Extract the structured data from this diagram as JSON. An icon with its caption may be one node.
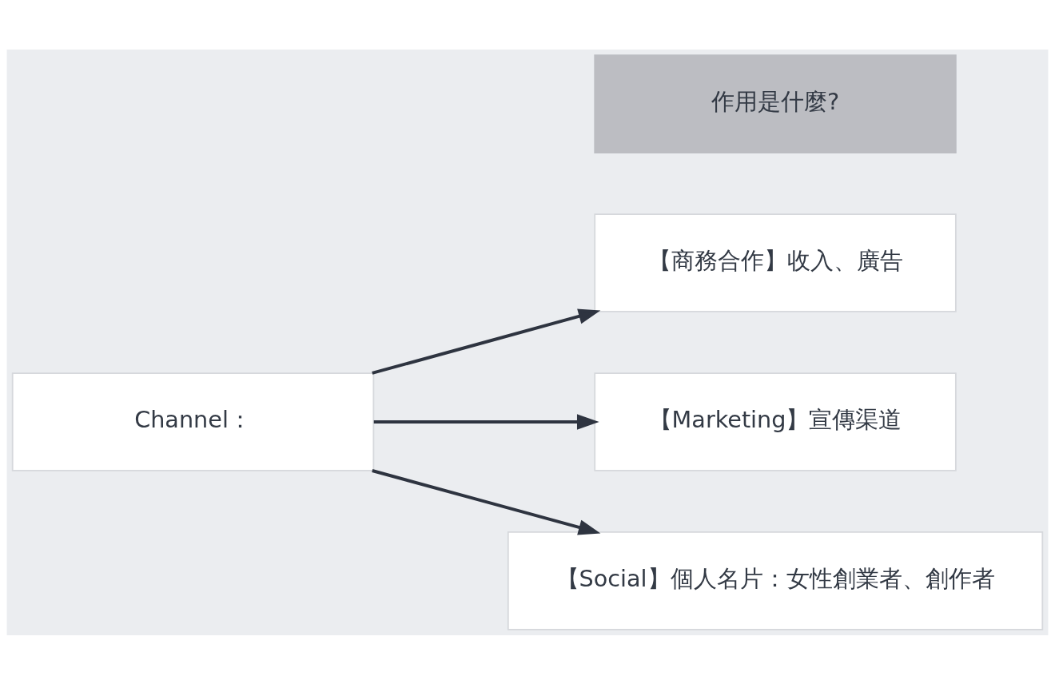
{
  "diagram": {
    "nodes": [
      {
        "text": [
          "作用是什麼?"
        ]
      },
      {
        "text": [
          "Channel："
        ]
      },
      {
        "text": [
          "【商務合作】收入、廣告"
        ]
      },
      {
        "text": [
          "【Marketing】宣傳渠道"
        ]
      },
      {
        "text": [
          "【Social】個人名片：女性創業者、創作者"
        ]
      }
    ],
    "edges": [
      {
        "from": 1,
        "to": 2,
        "arrow": "to"
      },
      {
        "from": 1,
        "to": 3,
        "arrow": "to"
      },
      {
        "from": 1,
        "to": 4,
        "arrow": "to"
      }
    ]
  }
}
